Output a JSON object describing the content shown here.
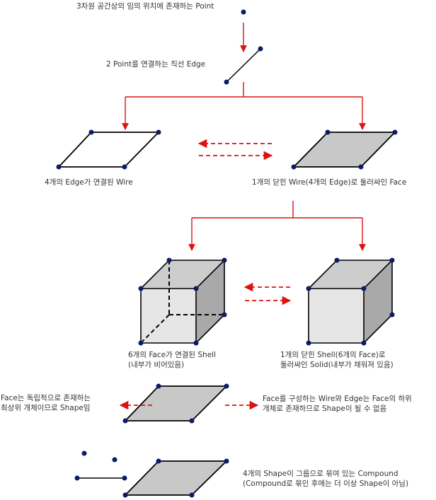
{
  "colors": {
    "arrow": "#dd1111",
    "vertex": "#0d1a66",
    "face_fill": "#c8c8c8",
    "solid_front": "#e6e6e6",
    "solid_top": "#cdcdcd",
    "solid_side": "#a9a9a9",
    "line": "#000000"
  },
  "labels": {
    "point": "3차원 공간상의 임의 위치에 존재하는 Point",
    "edge": "2 Point를 연결하는 직선 Edge",
    "wire": "4개의 Edge가 연결된 Wire",
    "face": "1개의 닫힌 Wire(4개의 Edge)로 둘러싸인 Face",
    "shell_line1": "6개의 Face가 연결된 Shell",
    "shell_line2": "(내부가 비어있음)",
    "solid_line1": "1개의 닫힌 Shell(6개의 Face)로",
    "solid_line2": "둘러싸인 Solid(내부가 채워져 있음)",
    "face_shape_line1": "Face는 독립적으로 존재하는",
    "face_shape_line2": "최상위 개체이므로 Shape임",
    "subentity_line1": "Face를 구성하는 Wire와 Edge는 Face의 하위",
    "subentity_line2": "개체로 존재하므로 Shape이 될 수 없음",
    "compound_line1": "4개의 Shape이 그룹으로 묶여 있는 Compound",
    "compound_line2": "(Compound로 묶인 후에는 더 이상 Shape이 아님)"
  }
}
